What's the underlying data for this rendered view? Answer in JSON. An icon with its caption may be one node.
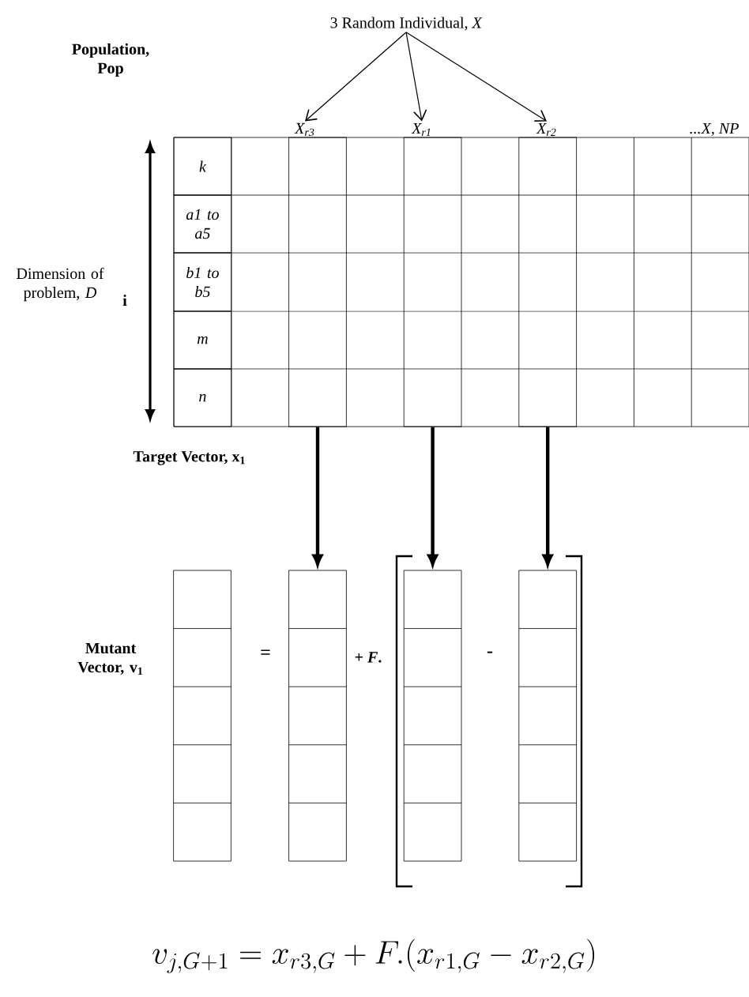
{
  "diagram": {
    "nodes": [
      {
        "text": [
          "3 Random Individual, *X*"
        ]
      },
      {
        "text": [
          "X$_{r3}$"
        ]
      },
      {
        "text": [
          "X$_{r1}$"
        ]
      },
      {
        "text": [
          "X$_{r2}$"
        ]
      },
      {
        "text": [
          "Population, Pop"
        ]
      },
      {
        "text": [
          "k"
        ],
        "in": 4
      },
      {
        "text": [
          "a1 to a5"
        ],
        "in": 4
      },
      {
        "text": [
          "b1 to b5"
        ],
        "in": 4
      },
      {
        "text": [
          "m"
        ],
        "in": 4
      },
      {
        "text": [
          "n"
        ],
        "in": 4
      },
      {
        "text": [],
        "shape": "bar",
        "in": 4
      },
      {
        "text": [],
        "shape": "bar",
        "in": 4
      },
      {
        "text": [],
        "shape": "bar",
        "in": 4
      },
      {
        "text": [],
        "shape": "bar",
        "beside": [
          "Mutant Vector, v$_{1}$"
        ]
      },
      {
        "text": [],
        "shape": "bar"
      },
      {
        "text": [],
        "shape": "bar"
      },
      {
        "text": [],
        "shape": "bar"
      }
    ],
    "edges": [
      {
        "from": 0,
        "to": 1,
        "arrow": "to"
      },
      {
        "from": 0,
        "to": 2,
        "arrow": "to"
      },
      {
        "from": 0,
        "to": 3,
        "arrow": "to"
      },
      {
        "from": 10,
        "to": 14,
        "arrow": "to",
        "style": "thick"
      },
      {
        "from": 11,
        "to": 15,
        "arrow": "to",
        "style": "thick"
      },
      {
        "from": 12,
        "to": 16,
        "arrow": "to",
        "style": "thick"
      }
    ],
    "labels": [
      "...X, NP",
      "Dimension of problem, *D*",
      "i",
      "Target Vector, x$_{1}$",
      "=",
      "+ *F*.",
      "-",
      "v_{j,G+1}=x_{r3,G}+F.(x_{r1,G}-x_{r2,G})"
    ]
  }
}
